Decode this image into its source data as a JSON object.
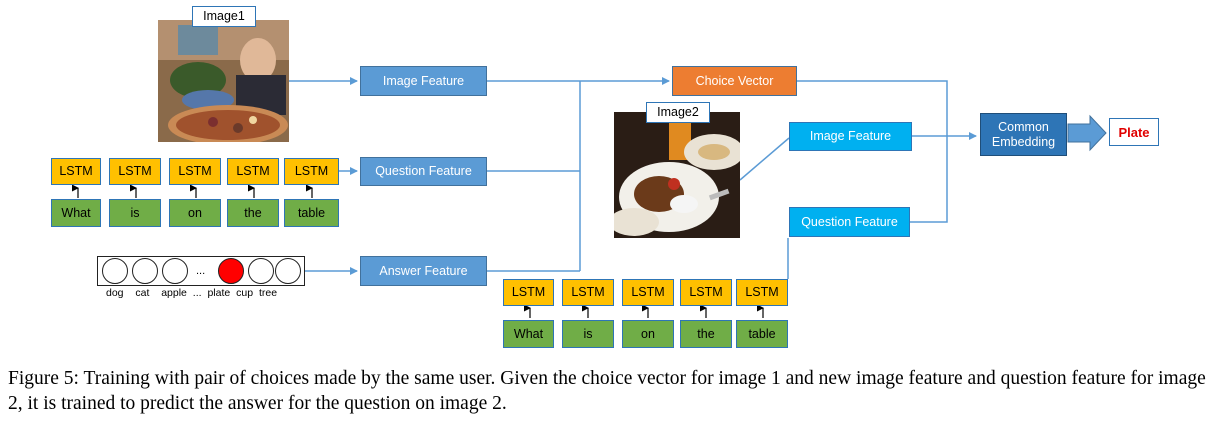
{
  "image1": {
    "label": "Image1",
    "icon": "photo-man-with-pizza"
  },
  "image2": {
    "label": "Image2",
    "icon": "photo-food-plate"
  },
  "question_words_1": [
    "What",
    "is",
    "on",
    "the",
    "table"
  ],
  "question_words_2": [
    "What",
    "is",
    "on",
    "the",
    "table"
  ],
  "lstm_label": "LSTM",
  "features": {
    "image1": "Image Feature",
    "question1": "Question Feature",
    "answer": "Answer Feature",
    "choice_vector": "Choice Vector",
    "image2": "Image Feature",
    "question2": "Question Feature"
  },
  "common_embedding": "Common Embedding",
  "output": "Plate",
  "answer_vocab": {
    "ellipsis": "...",
    "labels": "dog  cat  apple ... plate cup tree",
    "selected_index": 4
  },
  "colors": {
    "feature": "#5b9bd5",
    "feature_alt": "#00b0f0",
    "lstm": "#ffc000",
    "word": "#70ad47",
    "choice": "#ed7d31",
    "embedding": "#2e75b6",
    "selected": "#ff0000",
    "line": "#5b9bd5"
  },
  "caption": "Figure 5: Training with pair of choices made by the same user. Given the choice vector for image 1 and new image feature and question feature for image 2, it is trained to predict the answer for the question on image 2."
}
